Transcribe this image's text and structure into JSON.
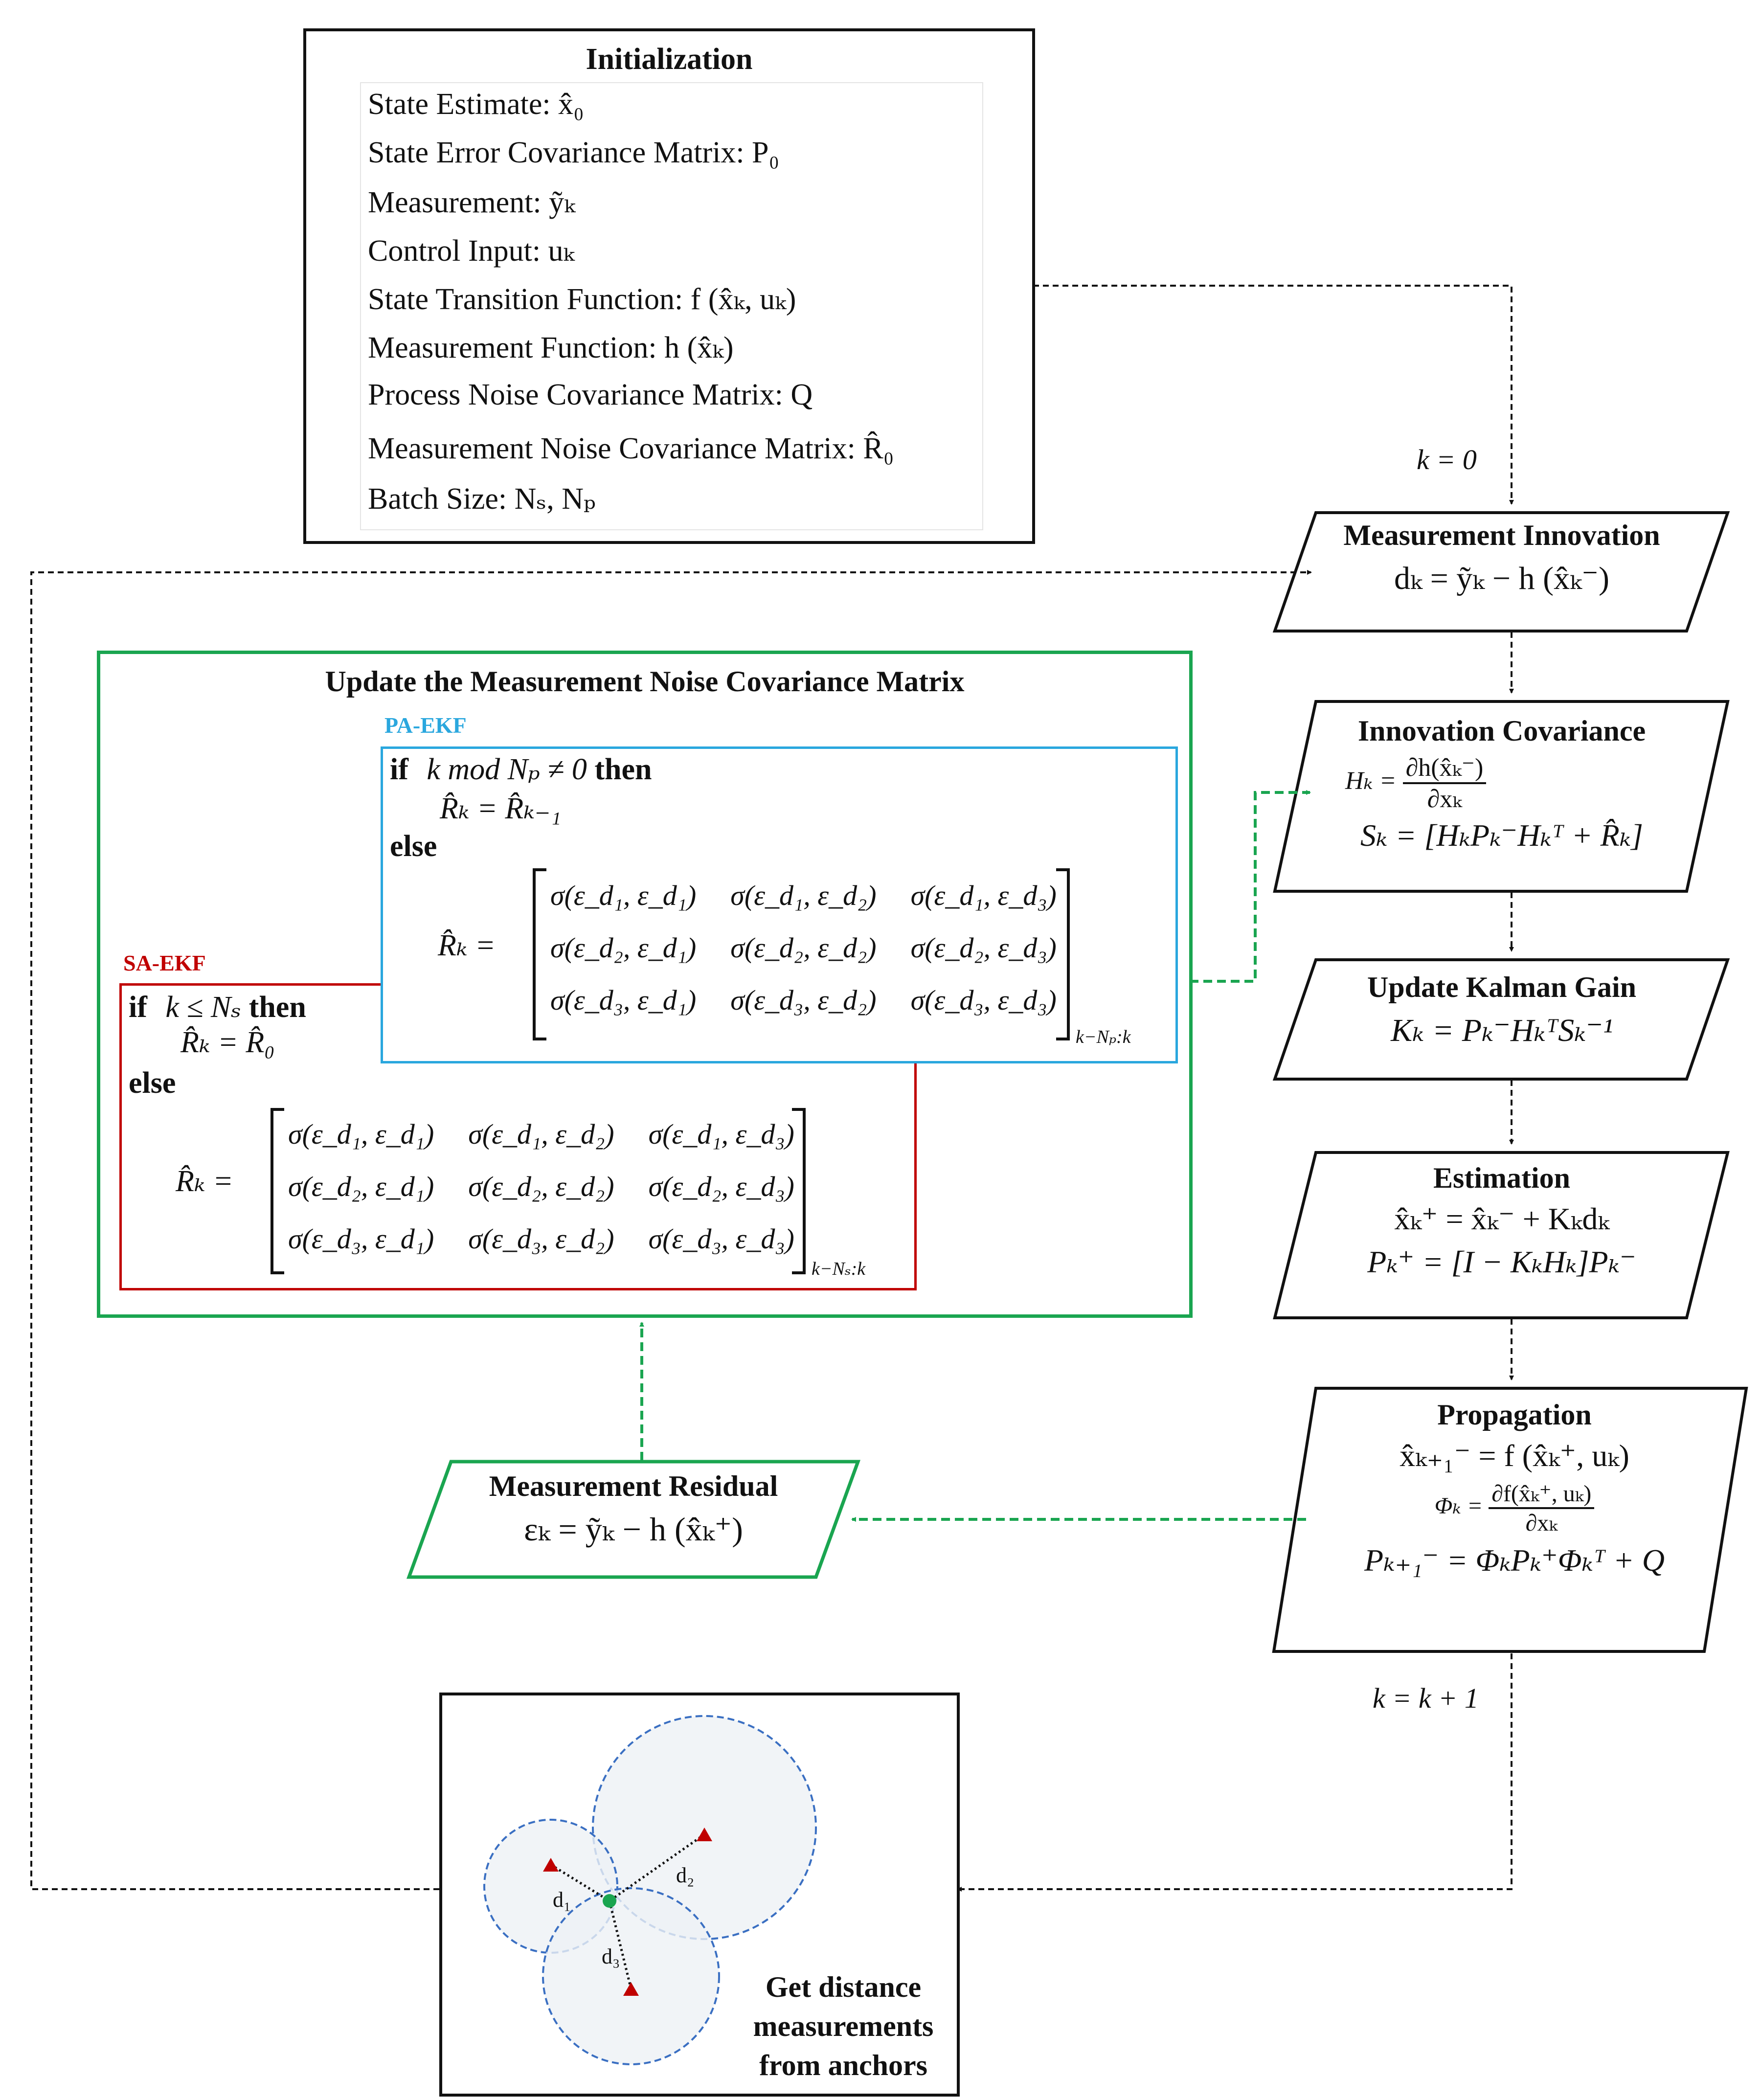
{
  "init": {
    "title": "Initialization",
    "lines": [
      "State Estimate: x̂₀",
      "State Error Covariance Matrix: P₀",
      "Measurement: ỹₖ",
      "Control Input: uₖ",
      "State Transition Function: f (x̂ₖ, uₖ)",
      "Measurement Function: h (x̂ₖ)",
      "Process Noise Covariance Matrix: Q",
      "Measurement Noise Covariance Matrix: R̂₀",
      "Batch Size: Nₛ, Nₚ"
    ]
  },
  "labels": {
    "k0": "k = 0",
    "kinc": "k = k + 1"
  },
  "steps": {
    "innovation": {
      "title": "Measurement Innovation",
      "eq": "dₖ = ỹₖ − h (x̂ₖ⁻)"
    },
    "innov_cov": {
      "title": "Innovation Covariance",
      "eq1_lhs": "Hₖ =",
      "eq1_num": "∂h(x̂ₖ⁻)",
      "eq1_den": "∂xₖ",
      "eq2": "Sₖ = [HₖPₖ⁻Hₖᵀ + R̂ₖ]"
    },
    "gain": {
      "title": "Update Kalman Gain",
      "eq": "Kₖ = Pₖ⁻HₖᵀSₖ⁻¹"
    },
    "estimation": {
      "title": "Estimation",
      "eq1": "x̂ₖ⁺ = x̂ₖ⁻ + Kₖdₖ",
      "eq2": "Pₖ⁺ = [I − KₖHₖ]Pₖ⁻"
    },
    "propagation": {
      "title": "Propagation",
      "eq1": "x̂ₖ₊₁⁻ = f (x̂ₖ⁺, uₖ)",
      "eq2_lhs": "Φₖ =",
      "eq2_num": "∂f(x̂ₖ⁺, uₖ)",
      "eq2_den": "∂xₖ",
      "eq3": "Pₖ₊₁⁻ = ΦₖPₖ⁺Φₖᵀ + Q"
    },
    "residual": {
      "title": "Measurement Residual",
      "eq": "εₖ = ỹₖ − h (x̂ₖ⁺)"
    }
  },
  "update": {
    "title": "Update the Measurement Noise Covariance Matrix",
    "pa": {
      "label": "PA-EKF",
      "if_kw": "if",
      "if_cond": "k mod Nₚ ≠ 0",
      "then_kw": "then",
      "assign": "R̂ₖ = R̂ₖ₋₁",
      "else_kw": "else",
      "lhs": "R̂ₖ =",
      "cells": [
        "σ(ε_d₁, ε_d₁)",
        "σ(ε_d₁, ε_d₂)",
        "σ(ε_d₁, ε_d₃)",
        "σ(ε_d₂, ε_d₁)",
        "σ(ε_d₂, ε_d₂)",
        "σ(ε_d₂, ε_d₃)",
        "σ(ε_d₃, ε_d₁)",
        "σ(ε_d₃, ε_d₂)",
        "σ(ε_d₃, ε_d₃)"
      ],
      "range": "k−Nₚ:k"
    },
    "sa": {
      "label": "SA-EKF",
      "if_kw": "if",
      "if_cond": "k ≤ Nₛ",
      "then_kw": "then",
      "assign": "R̂ₖ = R̂₀",
      "else_kw": "else",
      "lhs": "R̂ₖ =",
      "cells": [
        "σ(ε_d₁, ε_d₁)",
        "σ(ε_d₁, ε_d₂)",
        "σ(ε_d₁, ε_d₃)",
        "σ(ε_d₂, ε_d₁)",
        "σ(ε_d₂, ε_d₂)",
        "σ(ε_d₂, ε_d₃)",
        "σ(ε_d₃, ε_d₁)",
        "σ(ε_d₃, ε_d₂)",
        "σ(ε_d₃, ε_d₃)"
      ],
      "range": "k−Nₛ:k"
    }
  },
  "anchors": {
    "d1": "d₁",
    "d2": "d₂",
    "d3": "d₃",
    "caption": [
      "Get distance",
      "measurements",
      "from anchors"
    ]
  },
  "colors": {
    "green": "#1aa550",
    "blue": "#2aa7de",
    "red": "#c00000",
    "navy": "#3a6fc2"
  }
}
